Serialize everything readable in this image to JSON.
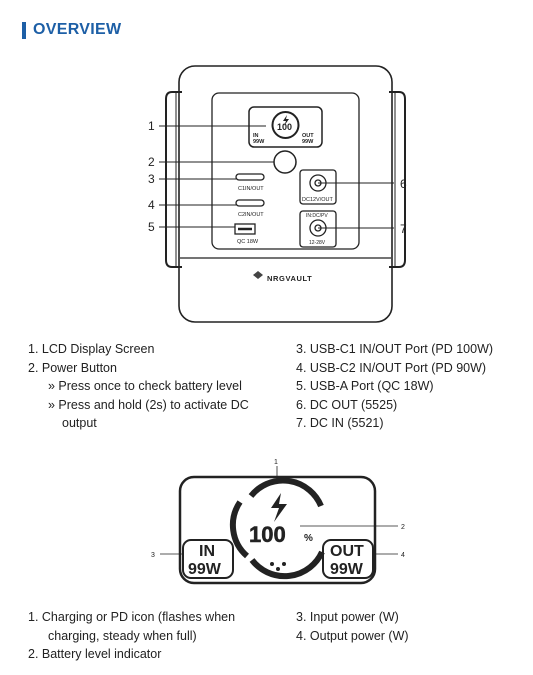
{
  "section": {
    "title": "OVERVIEW"
  },
  "device": {
    "callouts": [
      "1",
      "2",
      "3",
      "4",
      "5",
      "6",
      "7"
    ],
    "port_labels": {
      "c1": "C1IN/OUT",
      "c2": "C2IN/OUT",
      "qc": "QC 18W",
      "dc_out": "DC12V/OUT",
      "dc_in": "IN:DC/PV",
      "dc_in_range": "12-28V"
    },
    "mini_lcd": {
      "level": "100",
      "in": "IN",
      "in_val": "99W",
      "out": "OUT",
      "out_val": "99W"
    },
    "brand": "NRGVAULT"
  },
  "parts_left": [
    "1.  LCD Display Screen",
    "2.  Power Button"
  ],
  "power_button_notes": [
    "»  Press once to check battery level",
    "»  Press and hold (2s) to activate DC"
  ],
  "power_button_note_cont": "output",
  "parts_right": [
    "3.  USB-C1 IN/OUT Port (PD 100W)",
    "4.  USB-C2 IN/OUT Port (PD 90W)",
    "5.  USB-A Port (QC 18W)",
    "6.  DC OUT (5525)",
    "7.  DC IN (5521)"
  ],
  "lcd": {
    "callouts": [
      "1",
      "2",
      "3",
      "4"
    ],
    "level": "100",
    "unit": "%",
    "in_label": "IN",
    "in_value": "99W",
    "out_label": "OUT",
    "out_value": "99W"
  },
  "lcd_left": [
    "1.  Charging or PD icon (flashes when"
  ],
  "lcd_left_cont": "charging, steady when full)",
  "lcd_left2": "2.  Battery level indicator",
  "lcd_right": [
    "3.  Input power (W)",
    "4.  Output power (W)"
  ]
}
